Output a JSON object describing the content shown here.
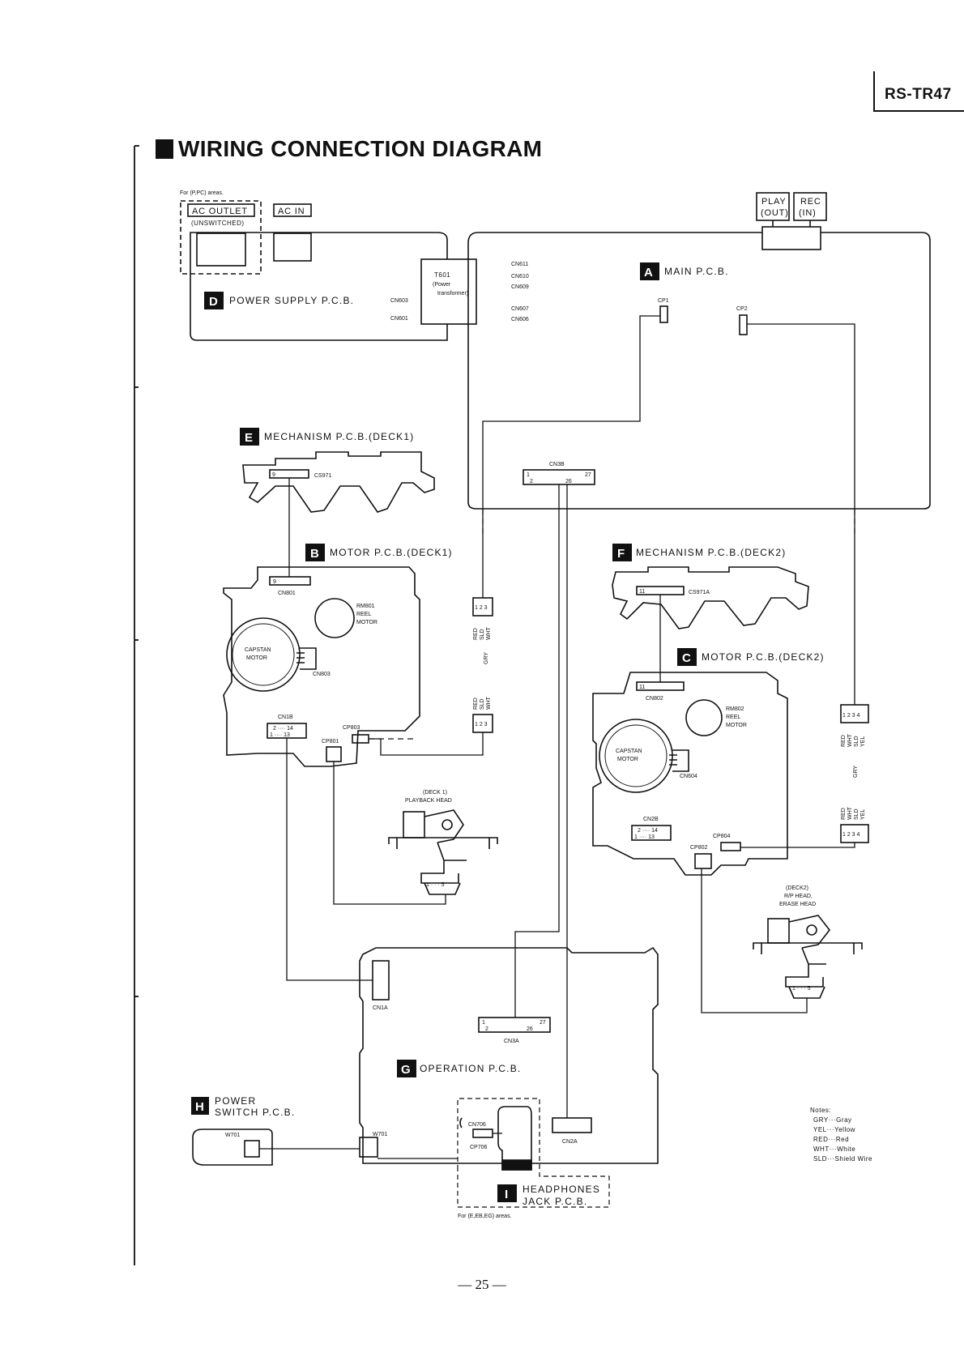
{
  "header": {
    "model": "RS-TR47"
  },
  "title": "WIRING CONNECTION DIAGRAM",
  "page_number": "— 25 —",
  "boards": {
    "A": {
      "letter": "A",
      "name": "MAIN P.C.B."
    },
    "B": {
      "letter": "B",
      "name": "MOTOR P.C.B.(DECK1)"
    },
    "C": {
      "letter": "C",
      "name": "MOTOR P.C.B.(DECK2)"
    },
    "D": {
      "letter": "D",
      "name": "POWER SUPPLY P.C.B."
    },
    "E": {
      "letter": "E",
      "name": "MECHANISM P.C.B.(DECK1)"
    },
    "F": {
      "letter": "F",
      "name": "MECHANISM P.C.B.(DECK2)"
    },
    "G": {
      "letter": "G",
      "name": "OPERATION P.C.B."
    },
    "H": {
      "letter": "H",
      "name1": "POWER",
      "name2": "SWITCH P.C.B."
    },
    "I": {
      "letter": "I",
      "name1": "HEADPHONES",
      "name2": "JACK P.C.B."
    }
  },
  "power": {
    "area_note": "For (P,PC) areas.",
    "ac_outlet": "AC OUTLET",
    "unswitched": "(UNSWITCHED)",
    "ac_in": "AC IN",
    "t601": "T601",
    "t601_sub1": "(Power",
    "t601_sub2": "transformer)"
  },
  "jacks": {
    "play": "PLAY",
    "out": "(OUT)",
    "rec": "REC",
    "in": "(IN)"
  },
  "connectors": {
    "cn611": "CN611",
    "cn610": "CN610",
    "cn609": "CN609",
    "cn607": "CN607",
    "cn606": "CN606",
    "cn603": "CN603",
    "cn601": "CN601",
    "cp1": "CP1",
    "cp2": "CP2",
    "cn3b": "CN3B",
    "cn3b_p1": "1",
    "cn3b_p27": "27",
    "cn3b_p2": "2",
    "cn3b_p26": "26",
    "cs971": "CS971",
    "cs971_p": "9",
    "cs971a": "CS971A",
    "cs971a_p": "11",
    "cn801": "CN801",
    "cn801_p": "9",
    "cn802": "CN802",
    "cn802_p": "11",
    "cn803": "CN803",
    "cn604": "CN604",
    "cn1b": "CN1B",
    "cn2b": "CN2B",
    "p2_14": "2 ···· 14",
    "p1_13": "1 ···· 13",
    "cp803": "CP803",
    "cp801": "CP801",
    "cp804": "CP804",
    "cp802": "CP802",
    "cn1a": "CN1A",
    "cn3a": "CN3A",
    "cn3a_p1": "1",
    "cn3a_p27": "27",
    "cn3a_p2": "2",
    "cn3a_p26": "26",
    "cn706": "CN706",
    "cp706": "CP706",
    "cn2a": "CN2A",
    "w701": "W701",
    "p123": "1 2 3",
    "p1234": "1 2 3 4",
    "p1_5": "1 · · · 5"
  },
  "motors": {
    "rm801": "RM801",
    "rm802": "RM802",
    "reel": "REEL",
    "motor": "MOTOR",
    "capstan": "CAPSTAN"
  },
  "heads": {
    "deck1_1": "(DECK 1)",
    "deck1_2": "PLAYBACK HEAD",
    "deck2_1": "(DECK2)",
    "deck2_2": "R/P HEAD,",
    "deck2_3": "ERASE HEAD"
  },
  "wires": {
    "red": "RED",
    "sld": "SLD",
    "wht": "WHT",
    "gry": "GRY",
    "yel": "YEL"
  },
  "notes": {
    "title": "Notes:",
    "items": [
      "GRY···Gray",
      "YEL···Yellow",
      "RED···Red",
      "WHT···White",
      "SLD···Shield Wire"
    ]
  },
  "headphone_area_note": "For (E,EB,EG) areas."
}
